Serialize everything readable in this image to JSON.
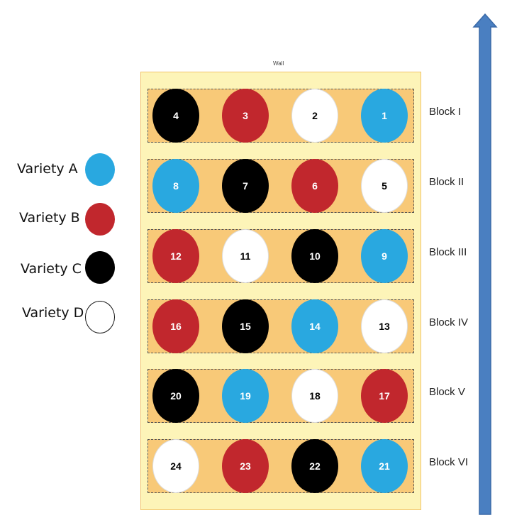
{
  "field_top_text": "Wall",
  "legend": [
    {
      "label": "Variety A",
      "color": "#29a8e0",
      "text_color": "#ffffff"
    },
    {
      "label": "Variety B",
      "color": "#c1272d",
      "text_color": "#ffffff"
    },
    {
      "label": "Variety C",
      "color": "#000000",
      "text_color": "#ffffff"
    },
    {
      "label": "Variety D",
      "color": "#ffffff",
      "text_color": "#000000"
    }
  ],
  "blocks": [
    {
      "label": "Block I",
      "plots": [
        {
          "number": "4",
          "variety": "C"
        },
        {
          "number": "3",
          "variety": "B"
        },
        {
          "number": "2",
          "variety": "D"
        },
        {
          "number": "1",
          "variety": "A"
        }
      ]
    },
    {
      "label": "Block II",
      "plots": [
        {
          "number": "8",
          "variety": "A"
        },
        {
          "number": "7",
          "variety": "C"
        },
        {
          "number": "6",
          "variety": "B"
        },
        {
          "number": "5",
          "variety": "D"
        }
      ]
    },
    {
      "label": "Block III",
      "plots": [
        {
          "number": "12",
          "variety": "B"
        },
        {
          "number": "11",
          "variety": "D"
        },
        {
          "number": "10",
          "variety": "C"
        },
        {
          "number": "9",
          "variety": "A"
        }
      ]
    },
    {
      "label": "Block IV",
      "plots": [
        {
          "number": "16",
          "variety": "B"
        },
        {
          "number": "15",
          "variety": "C"
        },
        {
          "number": "14",
          "variety": "A"
        },
        {
          "number": "13",
          "variety": "D"
        }
      ]
    },
    {
      "label": "Block V",
      "plots": [
        {
          "number": "20",
          "variety": "C"
        },
        {
          "number": "19",
          "variety": "A"
        },
        {
          "number": "18",
          "variety": "D"
        },
        {
          "number": "17",
          "variety": "B"
        }
      ]
    },
    {
      "label": "Block VI",
      "plots": [
        {
          "number": "24",
          "variety": "D"
        },
        {
          "number": "23",
          "variety": "B"
        },
        {
          "number": "22",
          "variety": "C"
        },
        {
          "number": "21",
          "variety": "A"
        }
      ]
    }
  ],
  "arrow": {
    "color": "#4a7fc1",
    "outline": "#3a6aa8"
  }
}
